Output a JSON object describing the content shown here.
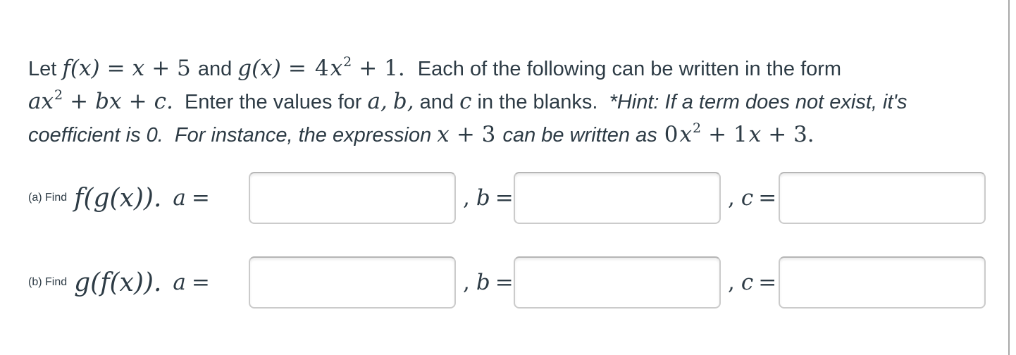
{
  "colors": {
    "text": "#2d3b45",
    "input_border": "#cbcbcb",
    "divider": "#a8a8a8",
    "background": "#ffffff"
  },
  "symbols": {
    "eq": "=",
    "comma": ",",
    "plus": "+"
  },
  "statement": {
    "line1": {
      "let": "Let",
      "f_name": "f(x)",
      "f_eq": "=",
      "f_rhs_var": "x",
      "f_rhs_tail": "+ 5",
      "and": "and",
      "g_name": "g(x)",
      "g_eq": "=",
      "g_coeff": "4",
      "g_var": "x",
      "g_sup": "2",
      "g_tail": "+ 1.",
      "rest": " Each of the following can be written in the form"
    },
    "line2": {
      "form_ax": "ax",
      "form_sup": "2",
      "form_plus1": "+",
      "form_bx": "bx",
      "form_plus2": "+",
      "form_c": "c.",
      "enter": " Enter the values for",
      "var_a": "a,",
      "var_b": "b,",
      "and": "and",
      "var_c": "c",
      "blanks": "in the blanks. ",
      "hint": "*Hint: If a term does not exist, it's"
    },
    "line3": {
      "lead": "coefficient is 0.  For instance, the expression",
      "expr_var": "x",
      "expr_tail": "+ 3",
      "mid": "can be written as",
      "res_coeff": "0",
      "res_var": "x",
      "res_sup": "2",
      "res_mid": "+ 1",
      "res_var2": "x",
      "res_tail": "+ 3."
    }
  },
  "parts": [
    {
      "label": "(a) Find",
      "expression": "f(g(x)).",
      "var_a": "a",
      "var_b": "b",
      "var_c": "c",
      "inputs": [
        {
          "value": ""
        },
        {
          "value": ""
        },
        {
          "value": ""
        }
      ]
    },
    {
      "label": "(b) Find",
      "expression": "g(f(x)).",
      "var_a": "a",
      "var_b": "b",
      "var_c": "c",
      "inputs": [
        {
          "value": ""
        },
        {
          "value": ""
        },
        {
          "value": ""
        }
      ]
    }
  ]
}
